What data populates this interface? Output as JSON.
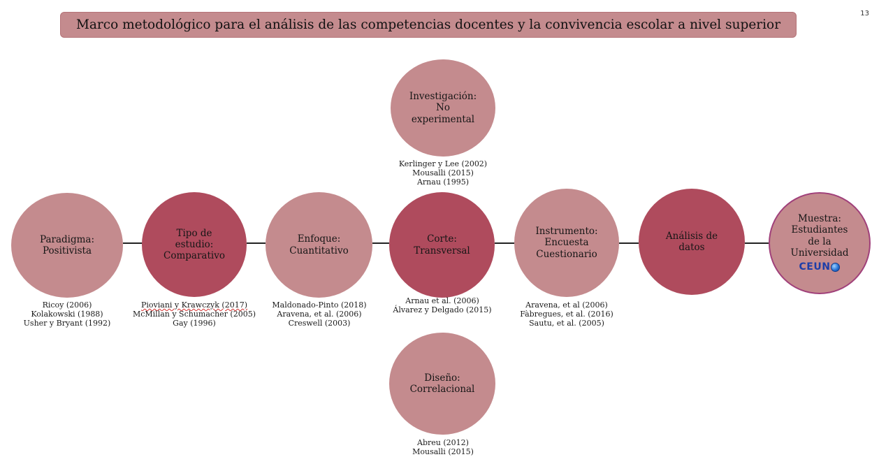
{
  "title": "Marco metodológico para el análisis de las competencias docentes y la convivencia escolar a nivel superior",
  "page_number": "13",
  "nodes": {
    "paradigma": "Paradigma:\nPositivista",
    "tipo_estudio": "Tipo de\nestudio:\nComparativo",
    "enfoque": "Enfoque:\nCuantitativo",
    "corte": "Corte:\nTransversal",
    "instrumento": "Instrumento:\nEncuesta\nCuestionario",
    "analisis": "Análisis de\ndatos",
    "muestra": "Muestra:\nEstudiantes\nde la\nUniversidad",
    "investigacion": "Investigación:\nNo\nexperimental",
    "diseno": "Diseño:\nCorrelacional"
  },
  "logo": {
    "text": "CEUN",
    "icon": "globe-icon"
  },
  "references": {
    "paradigma": [
      "Ricoy (2006)",
      "Kolakowski (1988)",
      "Usher y Bryant (1992)"
    ],
    "tipo_estudio": [
      "Pioviani y Krawczyk (2017)",
      "McMillan y Schumacher (2005)",
      "Gay (1996)"
    ],
    "enfoque": [
      "Maldonado-Pinto (2018)",
      "Aravena, et al. (2006)",
      "Creswell (2003)"
    ],
    "corte": [
      "Arnau et al. (2006)",
      "Álvarez y Delgado (2015)"
    ],
    "instrumento": [
      "Aravena, et al (2006)",
      "Fàbregues, et al. (2016)",
      "Sautu, et al. (2005)"
    ],
    "investigacion": [
      "Kerlinger y Lee (2002)",
      "Mousalli (2015)",
      "Arnau (1995)"
    ],
    "diseno": [
      "Abreu (2012)",
      "Mousalli (2015)"
    ]
  },
  "colors": {
    "light_node": "#c48b8e",
    "dark_node": "#af4b5d",
    "muestra_border": "#a0407a",
    "logo_blue": "#1e3ea8"
  }
}
